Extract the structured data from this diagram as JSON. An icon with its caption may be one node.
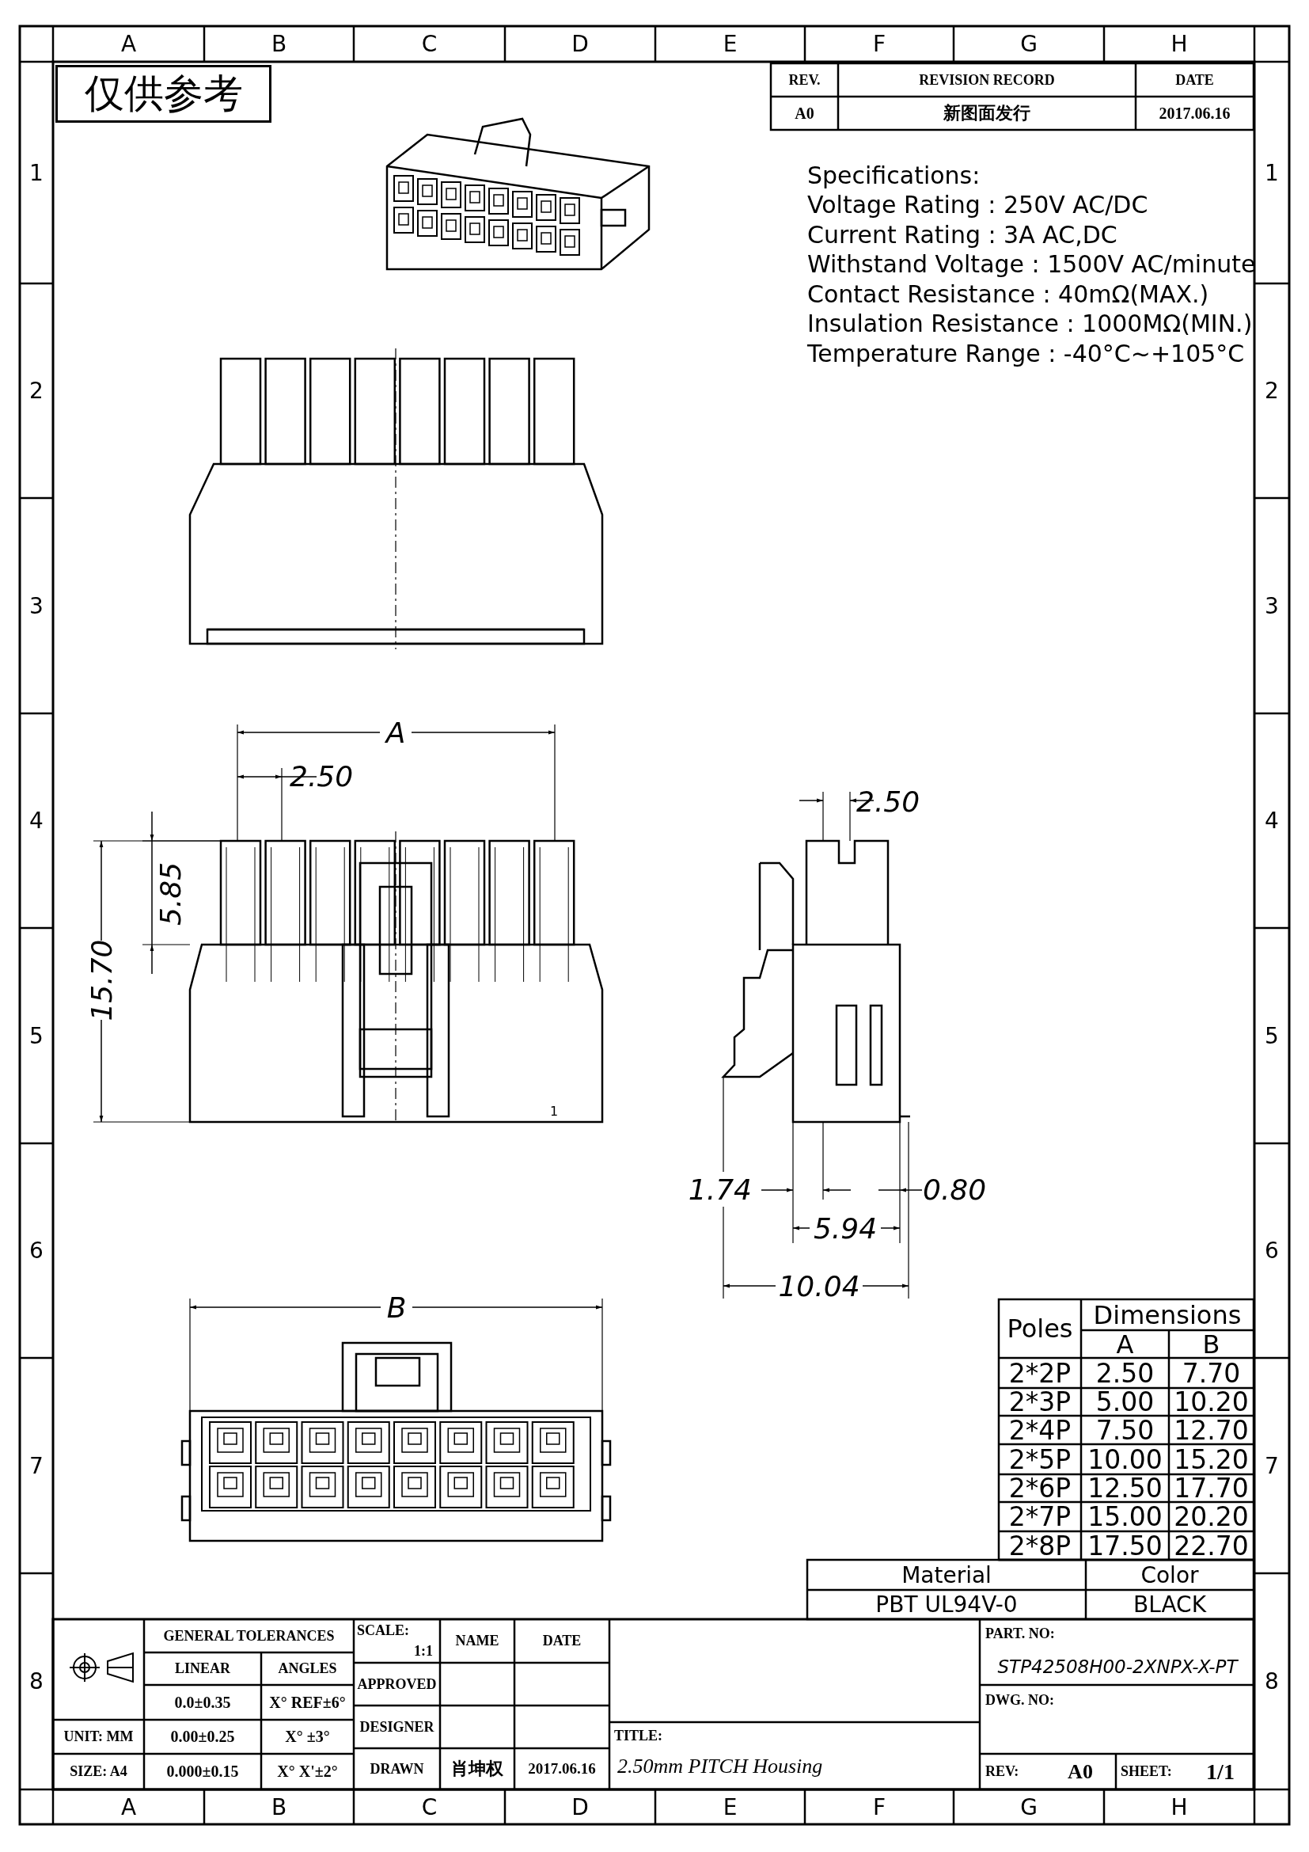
{
  "diagram": {
    "labels": [
      "A",
      "B",
      "C",
      "D",
      "E",
      "F",
      "G",
      "H",
      "1",
      "2",
      "3",
      "4",
      "5",
      "6",
      "7",
      "8",
      "1",
      "2",
      "3",
      "4",
      "5",
      "6",
      "7",
      "8",
      "A",
      "B",
      "C",
      "D",
      "E",
      "F",
      "G",
      "H",
      "仅供参考",
      "REV.",
      "REVISION RECORD",
      "DATE",
      "A0",
      "新图面发行",
      "2017.06.16",
      "Specifications:",
      "Voltage Rating : 250V AC/DC",
      "Current Rating : 3A AC,DC",
      "Withstand Voltage : 1500V AC/minute",
      "Contact Resistance : 40mΩ(MAX.)",
      "Insulation Resistance : 1000MΩ(MIN.)",
      "Temperature Range : -40°C~+105°C",
      "A",
      "2.50",
      "5.85",
      "15.70",
      "1",
      "2.50",
      "1.74",
      "0.80",
      "5.94",
      "10.04",
      "B",
      "Poles",
      "Dimensions",
      "A",
      "B",
      "2*2P",
      "2.50",
      "7.70",
      "2*3P",
      "5.00",
      "10.20",
      "2*4P",
      "7.50",
      "12.70",
      "2*5P",
      "10.00",
      "15.20",
      "2*6P",
      "12.50",
      "17.70",
      "2*7P",
      "15.00",
      "20.20",
      "2*8P",
      "17.50",
      "22.70",
      "Material",
      "Color",
      "PBT UL94V-0",
      "BLACK",
      "GENERAL TOLERANCES",
      "SCALE:",
      "1:1",
      "NAME",
      "DATE",
      "PART. NO:",
      "LINEAR",
      "ANGLES",
      "APPROVED",
      "STP42508H00-2XNPX-X-PT",
      "0.0±0.35",
      "X° REF±6°",
      "DWG. NO:",
      "UNIT: MM",
      "0.00±0.25",
      "X° ±3°",
      "DESIGNER",
      "TITLE:",
      "SIZE: A4",
      "0.000±0.15",
      "X° X'±2°",
      "DRAWN",
      "肖坤权",
      "2017.06.16",
      "2.50mm PITCH Housing",
      "REV:",
      "A0",
      "SHEET:",
      "1/1"
    ]
  }
}
